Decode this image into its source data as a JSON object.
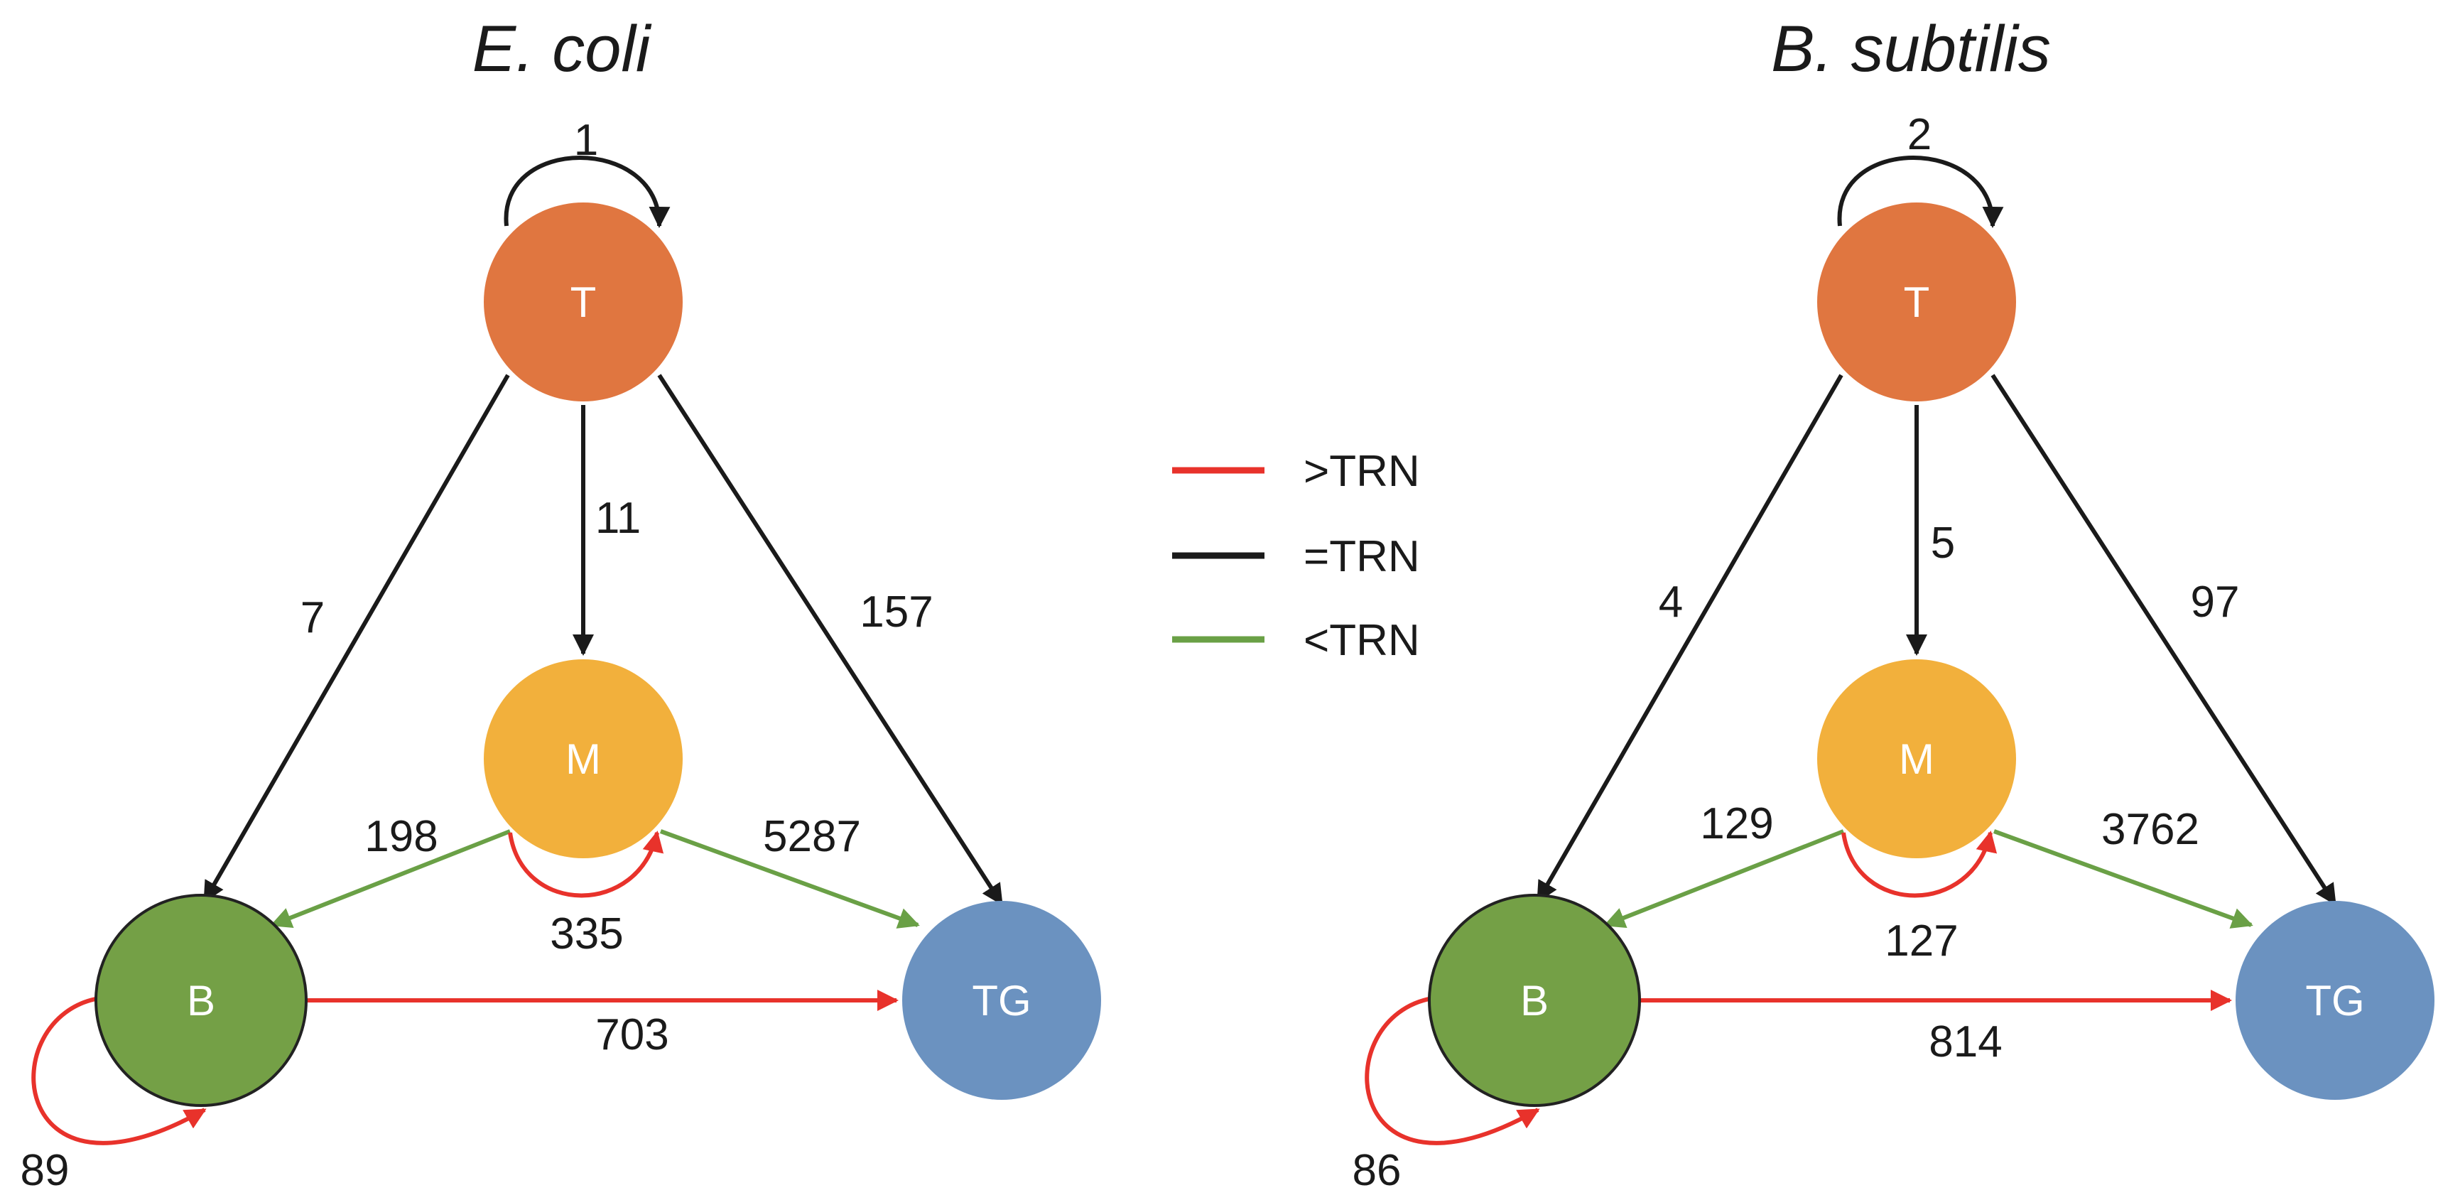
{
  "colors": {
    "more_trn": "#e8322b",
    "equal_trn": "#1a1a1a",
    "less_trn": "#6aa046",
    "node_T": "#e07640",
    "node_M": "#f2b03c",
    "node_B": "#74a046",
    "node_TG": "#6b92c0"
  },
  "legend": [
    {
      "key": "more",
      "label": ">TRN",
      "color": "#e8322b"
    },
    {
      "key": "equal",
      "label": "=TRN",
      "color": "#1a1a1a"
    },
    {
      "key": "less",
      "label": "<TRN",
      "color": "#6aa046"
    }
  ],
  "panels": [
    {
      "title": "E. coli",
      "nodes": {
        "T": "T",
        "M": "M",
        "B": "B",
        "TG": "TG"
      },
      "edges": {
        "T_self": "1",
        "T_M": "11",
        "T_B": "7",
        "T_TG": "157",
        "M_B": "198",
        "M_TG": "5287",
        "M_self": "335",
        "B_TG": "703",
        "B_self": "89"
      }
    },
    {
      "title": "B. subtilis",
      "nodes": {
        "T": "T",
        "M": "M",
        "B": "B",
        "TG": "TG"
      },
      "edges": {
        "T_self": "2",
        "T_M": "5",
        "T_B": "4",
        "T_TG": "97",
        "M_B": "129",
        "M_TG": "3762",
        "M_self": "127",
        "B_TG": "814",
        "B_self": "86"
      }
    }
  ]
}
